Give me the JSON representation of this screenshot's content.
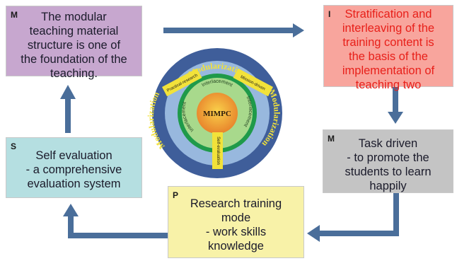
{
  "boxes": {
    "m1": {
      "letter": "M",
      "text": "The modular\nteaching material\nstructure is one of\nthe foundation of the\nteaching."
    },
    "i": {
      "letter": "I",
      "text": "Stratification and\ninterleaving of the\ntraining content is\nthe basis of the\nimplementation of\nteaching two"
    },
    "m2": {
      "letter": "M",
      "text": "Task driven\n- to promote the\nstudents to learn\nhappily"
    },
    "p": {
      "letter": "P",
      "text": "Research training\nmode\n- work skills\nknowledge"
    },
    "s": {
      "letter": "S",
      "text": "Self evaluation\n- a comprehensive\nevaluation system"
    }
  },
  "wheel": {
    "center": "MIMPC",
    "outer_labels": [
      "Modularization",
      "Modularization",
      "Modularization"
    ],
    "segments": [
      "Interlacement",
      "Interlacement",
      "Interlacement"
    ],
    "spokes": [
      "Practical-research",
      "Mission-driven",
      "Self-evaluation"
    ]
  },
  "colors": {
    "arrow": "#4a6e9a",
    "purple": "#c7a7cf",
    "salmon": "#f8a59d",
    "red_text": "#e8201a",
    "cyan": "#b5dfe1",
    "gray": "#c4c4c4",
    "yellow": "#f8f2a8",
    "wheel_ring": "#3f5e9a",
    "wheel_spoke": "#f2e23a",
    "wheel_center": "#f0a23c"
  }
}
